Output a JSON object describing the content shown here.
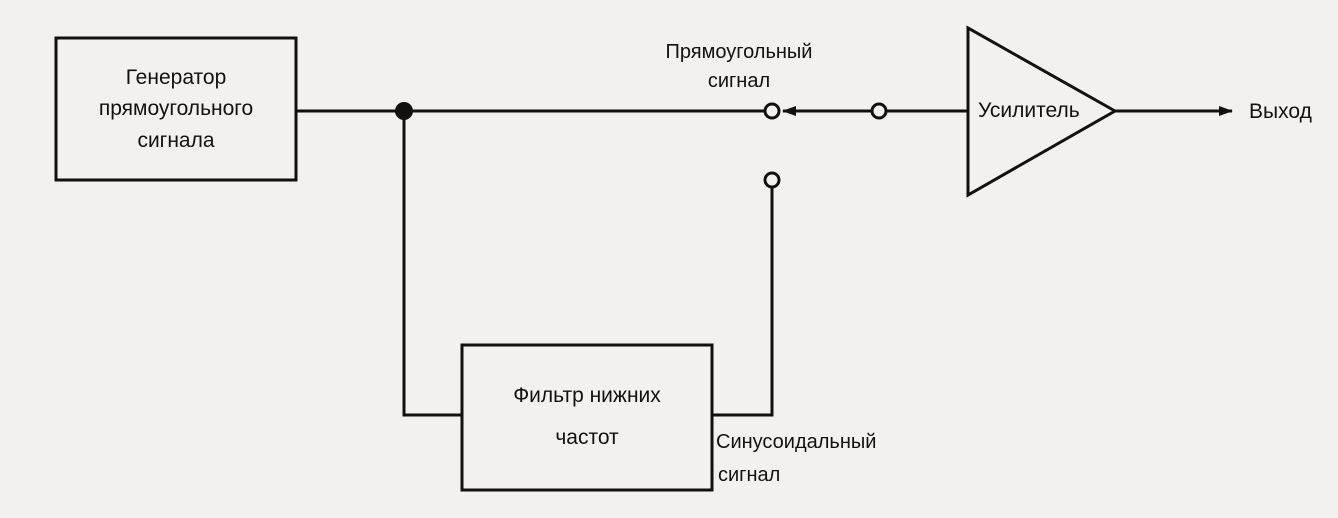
{
  "blocks": {
    "generator": {
      "lines": [
        "Генератор",
        "прямоугольного",
        "сигнала"
      ]
    },
    "filter": {
      "lines": [
        "Фильтр нижних",
        "частот"
      ]
    },
    "amplifier": {
      "label": "Усилитель"
    }
  },
  "signals": {
    "square": [
      "Прямоугольный",
      "сигнал"
    ],
    "sine": [
      "Синусоидальный",
      "сигнал"
    ],
    "output": "Выход"
  },
  "colors": {
    "ink": "#111111",
    "paper": "#f2f1ef"
  }
}
